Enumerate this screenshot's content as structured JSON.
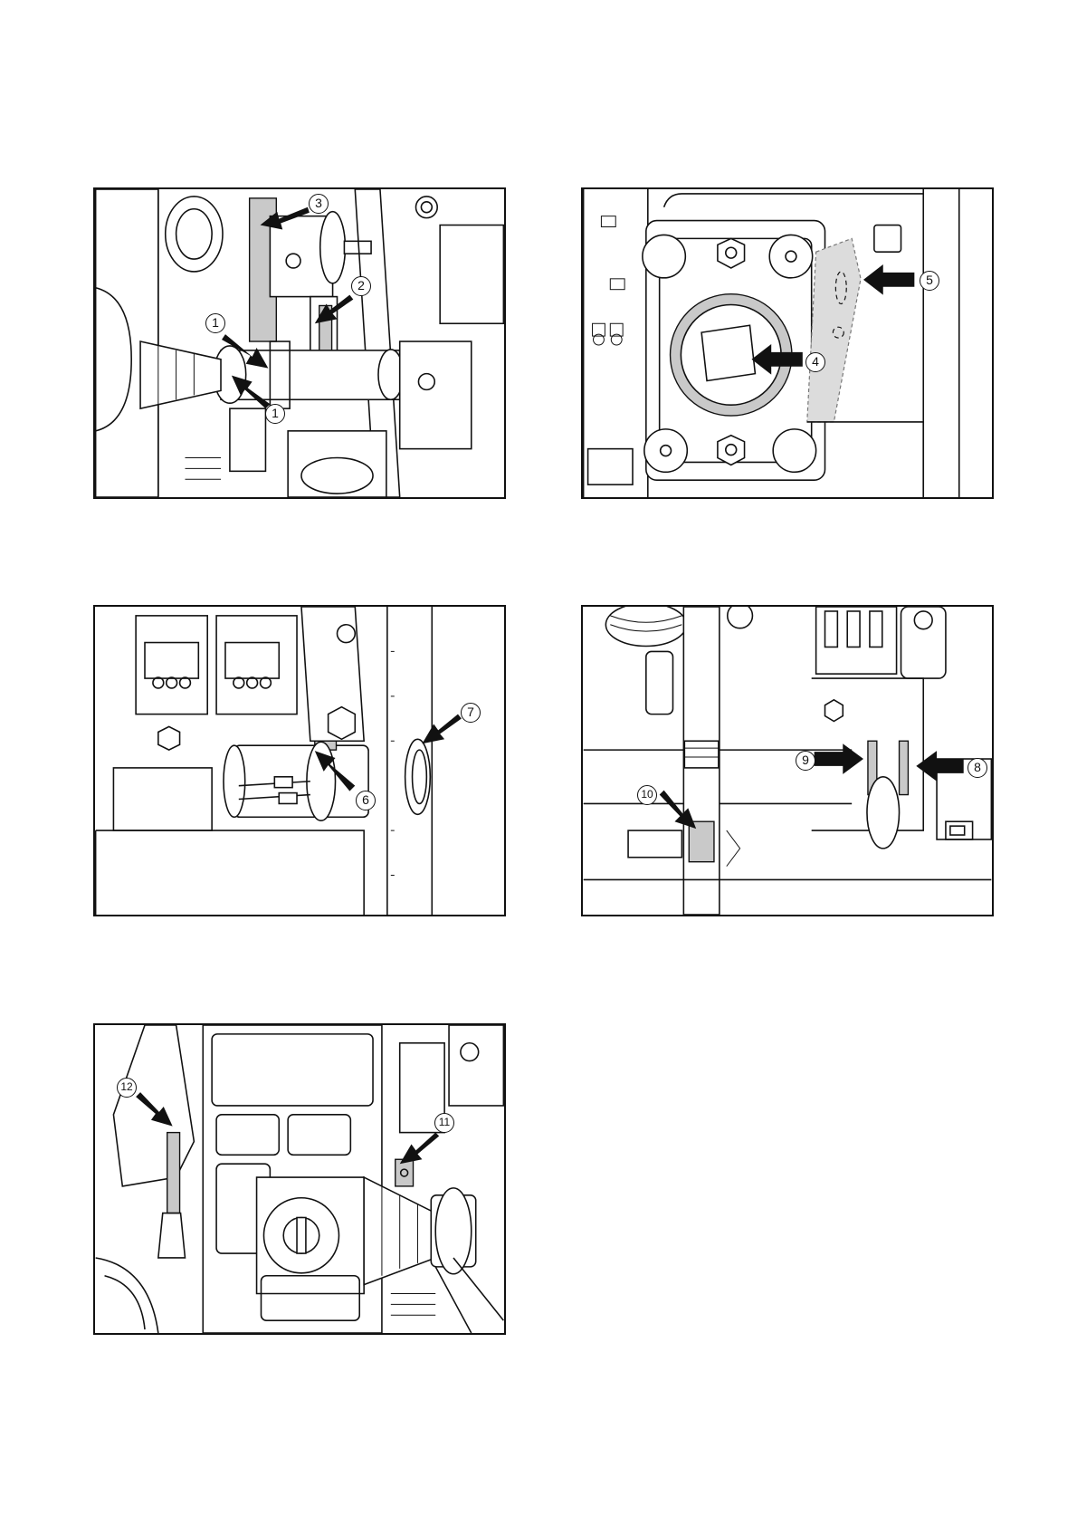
{
  "figures": [
    {
      "id": "fig-a",
      "callouts": [
        {
          "label": "1"
        },
        {
          "label": "1"
        },
        {
          "label": "2"
        },
        {
          "label": "3"
        }
      ]
    },
    {
      "id": "fig-b",
      "callouts": [
        {
          "label": "4"
        },
        {
          "label": "5"
        }
      ]
    },
    {
      "id": "fig-c",
      "callouts": [
        {
          "label": "6"
        },
        {
          "label": "7"
        }
      ]
    },
    {
      "id": "fig-d",
      "callouts": [
        {
          "label": "8"
        },
        {
          "label": "9"
        },
        {
          "label": "10"
        }
      ]
    },
    {
      "id": "fig-e",
      "callouts": [
        {
          "label": "11"
        },
        {
          "label": "12"
        }
      ]
    }
  ]
}
